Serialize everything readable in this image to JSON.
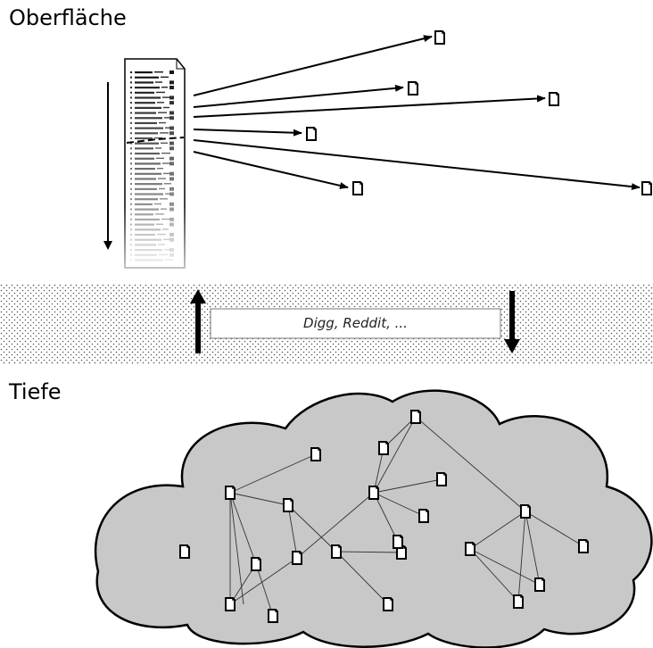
{
  "labels": {
    "surface": "Oberfläche",
    "depth": "Tiefe",
    "aggregators": "Digg, Reddit, ..."
  },
  "colors": {
    "cloud_fill": "#c8c8c8",
    "stroke": "#000000",
    "band_dots": "#555555"
  },
  "icons": {
    "document": "document-icon",
    "result_list": "result-list-icon"
  }
}
